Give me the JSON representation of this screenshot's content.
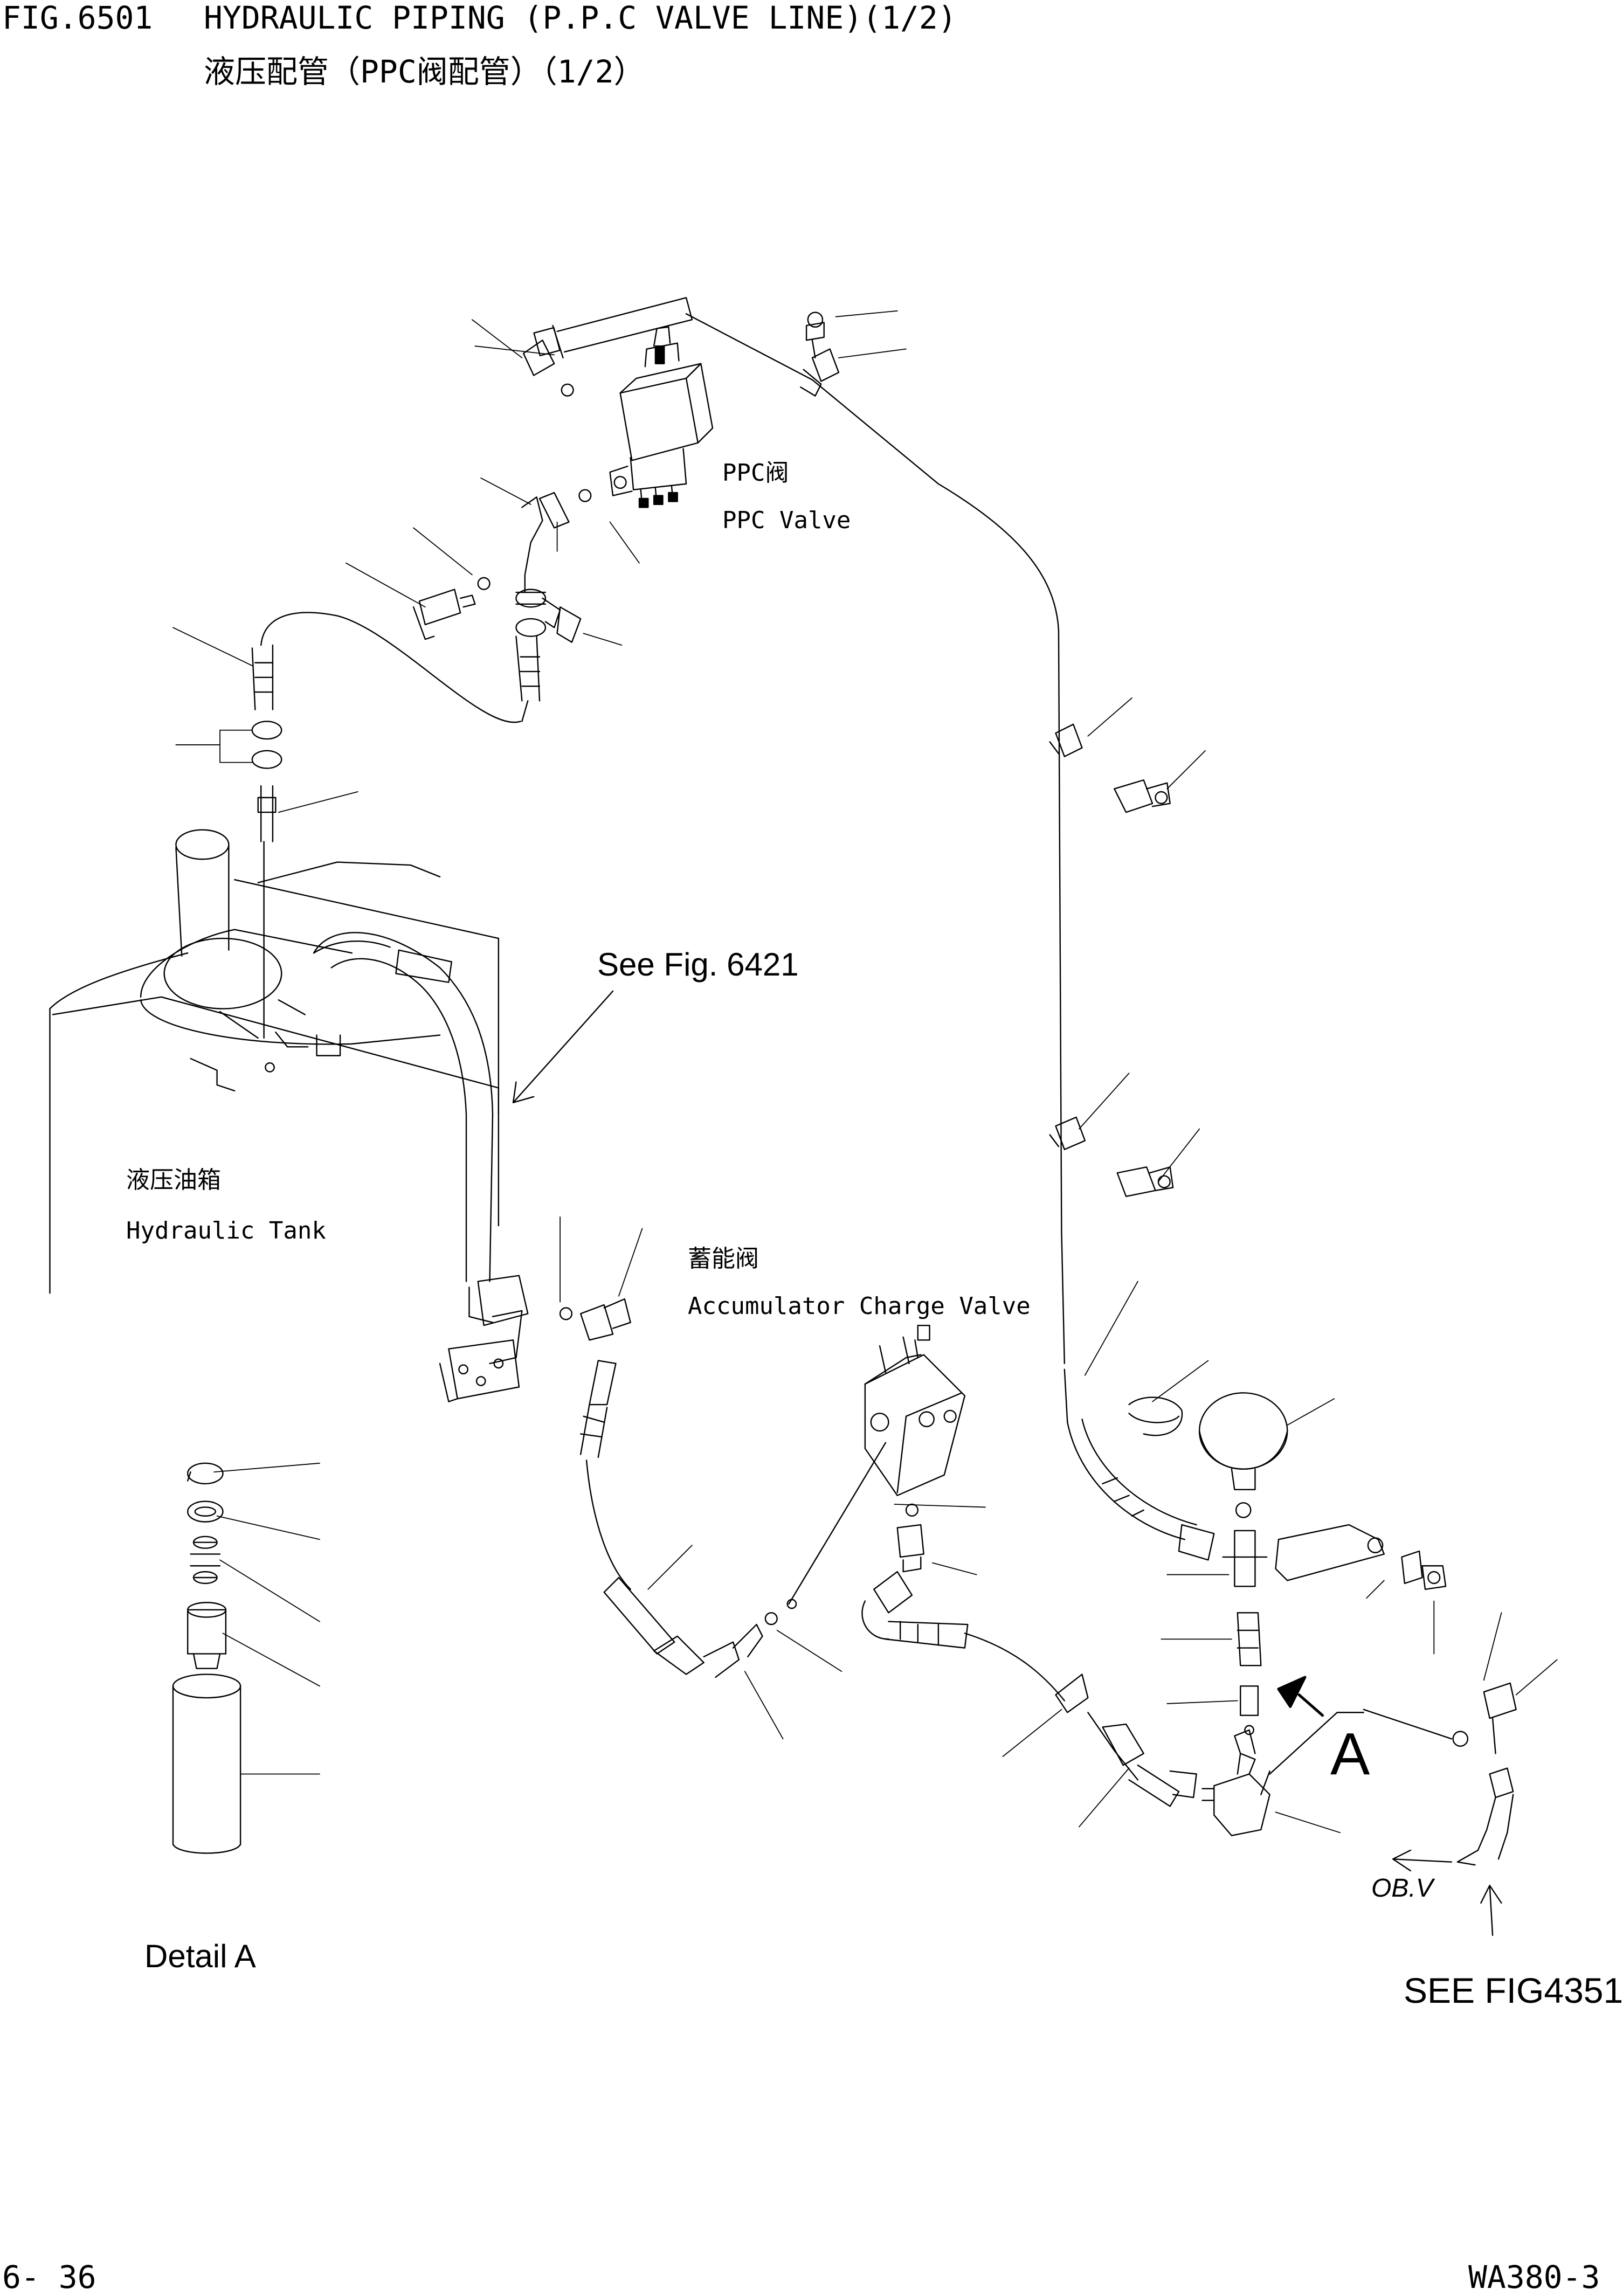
{
  "header": {
    "fig_number": "FIG.6501",
    "title_en": "HYDRAULIC PIPING (P.P.C VALVE LINE)(1/2)",
    "title_cn": "液压配管（PPC阀配管）（1/2）"
  },
  "labels": {
    "ppc_valve_cn": "PPC阀",
    "ppc_valve_en": "PPC Valve",
    "hydraulic_tank_cn": "液压油箱",
    "hydraulic_tank_en": "Hydraulic Tank",
    "accumulator_valve_cn": "蓄能阀",
    "accumulator_valve_en": "Accumulator Charge Valve",
    "see_fig_6421": "See Fig. 6421",
    "detail_a": "Detail A",
    "callout_a": "A",
    "ob_v": "OB.V",
    "see_fig_4351": "SEE FIG4351"
  },
  "footer": {
    "page_number": "6- 36",
    "model": "WA380-3"
  }
}
